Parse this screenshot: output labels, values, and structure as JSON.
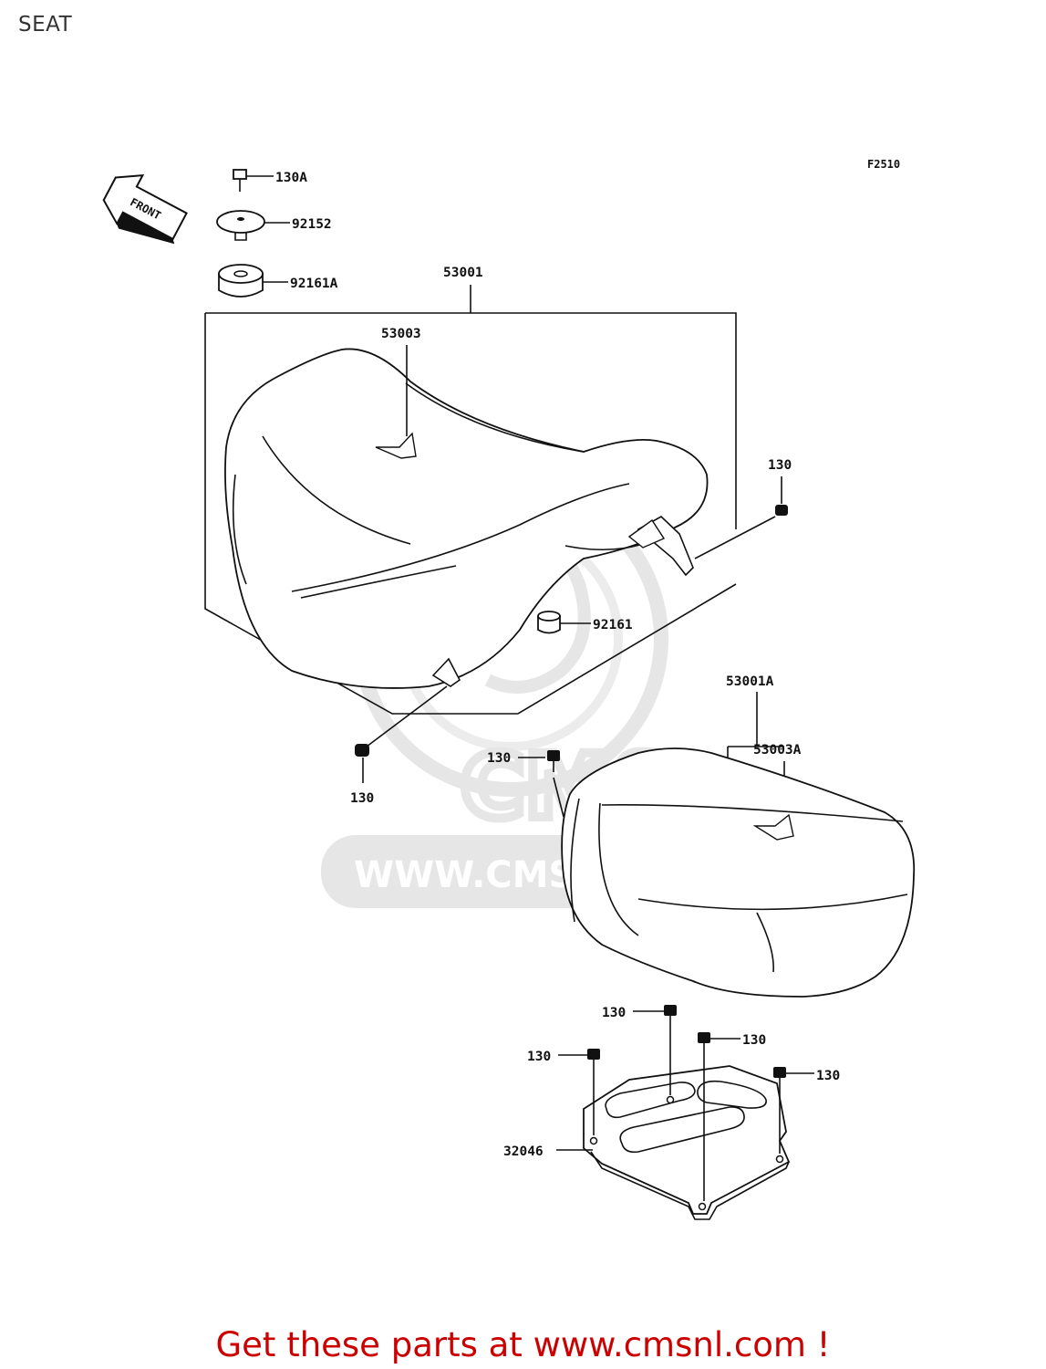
{
  "page": {
    "title": "SEAT"
  },
  "figure_code": "F2510",
  "front_arrow": {
    "label": "FRONT"
  },
  "parts": {
    "bolt_top": "130A",
    "washer": "92152",
    "damper_top": "92161A",
    "seat_assy": "53001",
    "seat_cover": "53003",
    "bolt_right": "130",
    "damper": "92161",
    "bolt_left_bottom": "130",
    "rear_seat_assy": "53001A",
    "rear_seat_cover": "53003A",
    "bolt_rear_seat": "130",
    "bolt_plate_1": "130",
    "bolt_plate_2": "130",
    "bolt_plate_3": "130",
    "bolt_plate_4": "130",
    "plate": "32046"
  },
  "watermark": {
    "url": "WWW.CMSNL.COM",
    "brand": "CMS"
  },
  "footer": {
    "link_text": "Get these parts at www.cmsnl.com !"
  },
  "colors": {
    "footer": "#cc0000",
    "watermark": "#e3e3e3",
    "line": "#111111"
  }
}
